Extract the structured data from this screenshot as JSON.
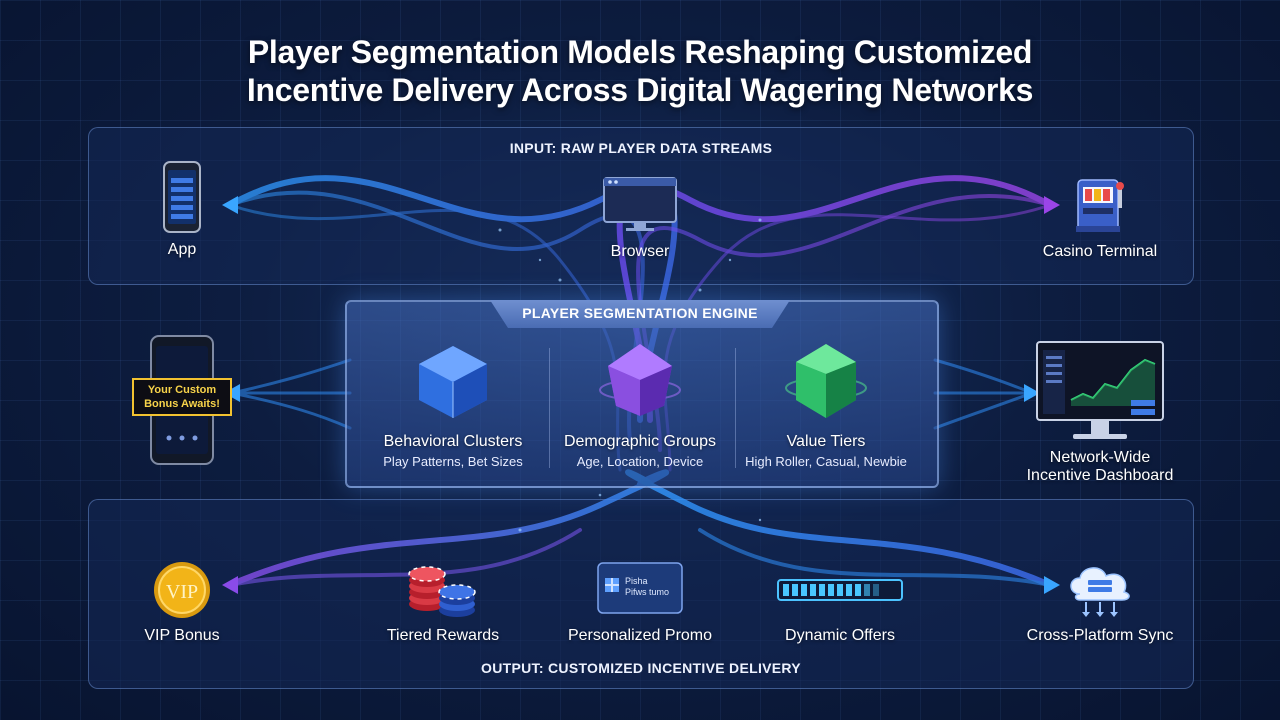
{
  "title": {
    "line1": "Player Segmentation Models Reshaping Customized",
    "line2": "Incentive Delivery Across Digital Wagering Networks"
  },
  "input": {
    "label": "INPUT: RAW PLAYER DATA STREAMS",
    "sources": [
      {
        "label": "App",
        "icon": "smartphone-icon"
      },
      {
        "label": "Browser",
        "icon": "monitor-icon"
      },
      {
        "label": "Casino Terminal",
        "icon": "slot-machine-icon"
      }
    ]
  },
  "engine": {
    "title": "PLAYER SEGMENTATION ENGINE",
    "segments": [
      {
        "name": "Behavioral Clusters",
        "detail": "Play Patterns, Bet Sizes",
        "icon": "blue-cube-icon",
        "color": "#3f7be6"
      },
      {
        "name": "Demographic Groups",
        "detail": "Age, Location, Device",
        "icon": "purple-polyhedron-icon",
        "color": "#8a4fe0"
      },
      {
        "name": "Value Tiers",
        "detail": "High Roller, Casual, Newbie",
        "icon": "green-polyhedron-icon",
        "color": "#2fbf6a"
      }
    ]
  },
  "left_device": {
    "badge_line1": "Your Custom",
    "badge_line2": "Bonus Awaits!",
    "icon": "phone-notification-icon"
  },
  "dashboard": {
    "line1": "Network-Wide",
    "line2": "Incentive Dashboard",
    "icon": "dashboard-monitor-icon"
  },
  "output": {
    "label": "OUTPUT: CUSTOMIZED INCENTIVE DELIVERY",
    "channels": [
      {
        "label": "VIP Bonus",
        "icon": "vip-coin-icon",
        "coin_text": "VIP"
      },
      {
        "label": "Tiered Rewards",
        "icon": "poker-chips-icon"
      },
      {
        "label": "Personalized Promo",
        "icon": "gift-card-icon",
        "card_line1": "Pisha",
        "card_line2": "Pifws tumo"
      },
      {
        "label": "Dynamic Offers",
        "icon": "progress-bar-icon"
      },
      {
        "label": "Cross-Platform Sync",
        "icon": "cloud-sync-icon"
      }
    ]
  },
  "colors": {
    "blue": "#2f8df5",
    "purple": "#8a4be8",
    "green": "#2fbf6a",
    "gold": "#f2b418"
  }
}
